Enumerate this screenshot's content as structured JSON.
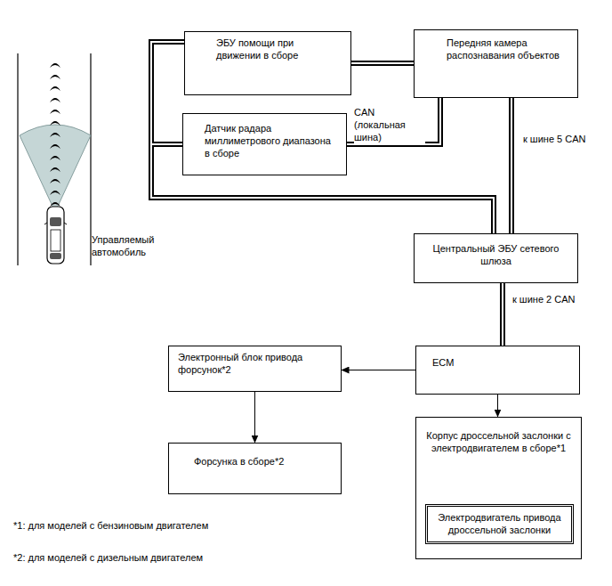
{
  "diagram": {
    "nodes": [
      {
        "text": [
          "ЭБУ помощи при движении в сборе"
        ]
      },
      {
        "text": [
          "Датчик радара миллиметрового диапазона в сборе"
        ]
      },
      {
        "text": [
          "Передняя камера распознавания объектов"
        ]
      },
      {
        "text": [
          "Центральный ЭБУ сетевого шлюза"
        ]
      },
      {
        "text": [
          "ECM"
        ]
      },
      {
        "text": [
          "Электронный блок привода форсунок*2"
        ]
      },
      {
        "text": [
          "Форсунка в сборе*2"
        ]
      },
      {
        "text": [
          "Корпус дроссельной заслонки с электродвигателем в сборе*1"
        ]
      },
      {
        "text": [
          "Электродвигатель привода дроссельной заслонки"
        ],
        "in": 7
      }
    ],
    "edges": [
      {
        "from": 0,
        "to": 2,
        "arrow": "none"
      },
      {
        "from": 1,
        "to": 2,
        "label": "CAN (локальная шина)",
        "arrow": "none"
      },
      {
        "from": 2,
        "to": 3,
        "label": "к шине 5 CAN",
        "arrow": "none"
      },
      {
        "from": 0,
        "to": 3,
        "arrow": "none"
      },
      {
        "from": 1,
        "to": 3,
        "arrow": "none"
      },
      {
        "from": 3,
        "to": 4,
        "label": "к шине 2 CAN",
        "arrow": "none"
      },
      {
        "from": 4,
        "to": 5,
        "arrow": "to"
      },
      {
        "from": 5,
        "to": 6,
        "arrow": "to"
      },
      {
        "from": 4,
        "to": 7,
        "arrow": "to"
      }
    ],
    "labels": [
      "Управляемый автомобиль",
      "*1: для моделей с бензиновым двигателем",
      "*2: для моделей с дизельным двигателем"
    ]
  }
}
